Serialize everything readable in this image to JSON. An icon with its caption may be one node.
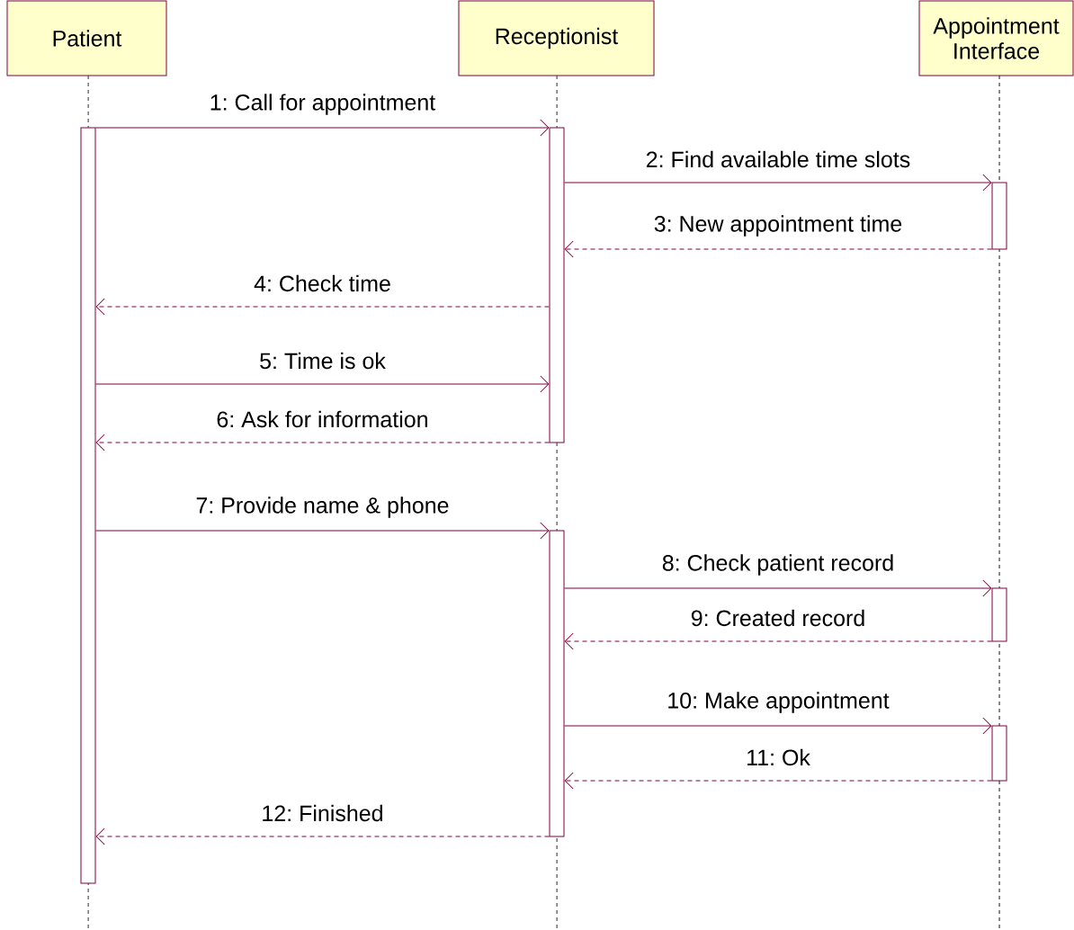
{
  "diagram": {
    "nodes": [
      {
        "text": [
          "Patient"
        ]
      },
      {
        "text": [
          "Receptionist"
        ]
      },
      {
        "text": [
          "Appointment Interface"
        ]
      },
      {
        "text": [],
        "shape": "bar"
      },
      {
        "text": [],
        "shape": "bar"
      },
      {
        "text": [],
        "shape": "bar"
      },
      {
        "text": [],
        "shape": "bar"
      },
      {
        "text": [],
        "shape": "bar"
      },
      {
        "text": [],
        "shape": "bar"
      }
    ],
    "edges": [
      {
        "from": 3,
        "to": 4,
        "arrow": "to",
        "label": "1: Call for appointment"
      },
      {
        "from": 4,
        "to": 5,
        "arrow": "to",
        "label": "2: Find available time slots"
      },
      {
        "from": 5,
        "to": 4,
        "arrow": "to",
        "label": "3: New appointment time",
        "style": "dashed"
      },
      {
        "from": 4,
        "to": 3,
        "arrow": "to",
        "label": "4: Check time",
        "style": "dashed"
      },
      {
        "from": 3,
        "to": 4,
        "arrow": "to",
        "label": "5: Time is ok"
      },
      {
        "from": 4,
        "to": 3,
        "arrow": "to",
        "label": "6: Ask for information",
        "style": "dashed"
      },
      {
        "from": 3,
        "to": 6,
        "arrow": "to",
        "label": "7: Provide name & phone"
      },
      {
        "from": 6,
        "to": 7,
        "arrow": "to",
        "label": "8: Check patient record"
      },
      {
        "from": 7,
        "to": 6,
        "arrow": "to",
        "label": "9: Created record",
        "style": "dashed"
      },
      {
        "from": 6,
        "to": 8,
        "arrow": "to",
        "label": "10: Make appointment"
      },
      {
        "from": 8,
        "to": 6,
        "arrow": "to",
        "label": "11: Ok",
        "style": "dashed"
      },
      {
        "from": 6,
        "to": 3,
        "arrow": "to",
        "label": "12: Finished",
        "style": "dashed"
      }
    ]
  }
}
